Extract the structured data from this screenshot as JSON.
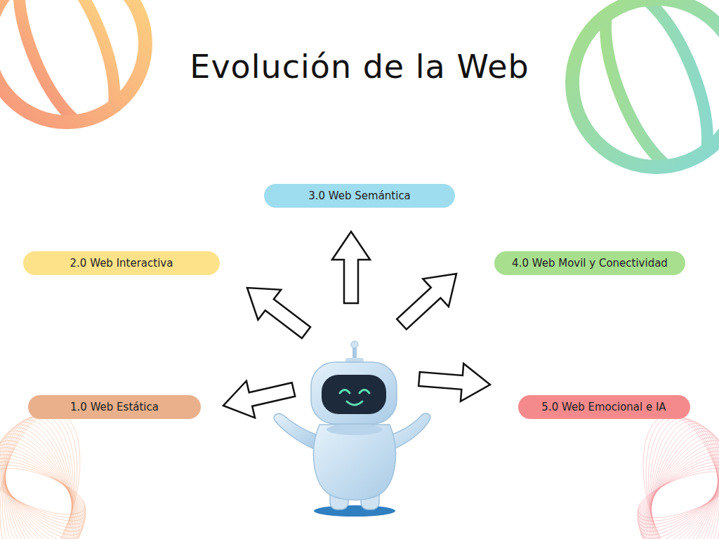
{
  "diagram": {
    "title": "Evolución de la Web",
    "nodes": [
      {
        "text": [
          "3.0 Web Semántica"
        ]
      },
      {
        "text": [
          "2.0 Web Interactiva"
        ]
      },
      {
        "text": [
          "4.0 Web Movil y Conectividad"
        ]
      },
      {
        "text": [
          "1.0 Web Estática"
        ]
      },
      {
        "text": [
          "5.0 Web Emocional e IA"
        ]
      }
    ]
  }
}
